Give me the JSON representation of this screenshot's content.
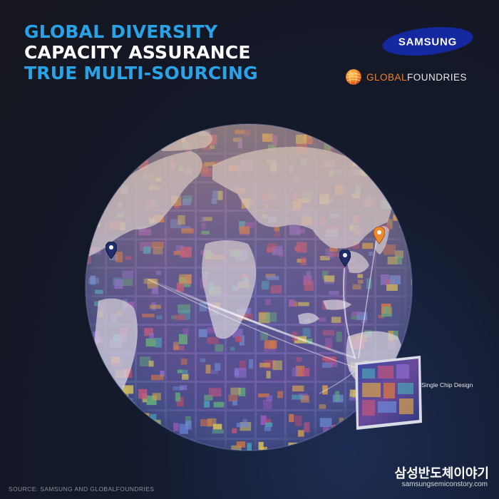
{
  "headline": {
    "line1": "GLOBAL DIVERSITY",
    "line2": "CAPACITY ASSURANCE",
    "line3": "TRUE MULTI-SOURCING"
  },
  "logos": {
    "samsung": "SAMSUNG",
    "globalfoundries_part1": "GLOBAL",
    "globalfoundries_part2": "FOUNDRIES"
  },
  "map_pins": [
    {
      "icon": "location-pin-icon",
      "color": "#1f2d6b"
    },
    {
      "icon": "location-pin-icon",
      "color": "#1f2d6b"
    },
    {
      "icon": "location-pin-icon",
      "color": "#f0892a"
    }
  ],
  "chip_label": "Single Chip Design",
  "source": "SOURCE:  SAMSUNG AND GLOBALFOUNDRIES",
  "brand": {
    "korean": "삼성반도체이야기",
    "url": "samsungsemiconstory.com"
  },
  "colors": {
    "accent_blue": "#2aa3e6",
    "samsung_blue": "#1428a0",
    "gf_orange": "#f58220",
    "background": "#15161e"
  }
}
